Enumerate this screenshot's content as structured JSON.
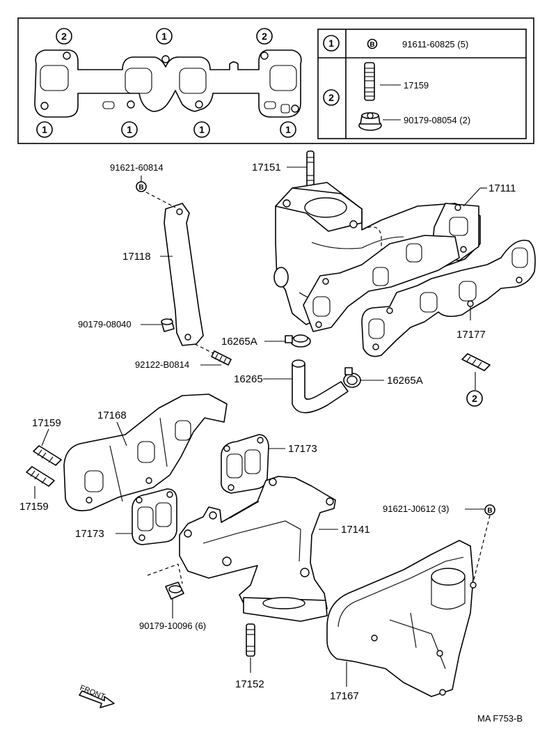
{
  "legend": {
    "row1": {
      "index": "1",
      "badge": "B",
      "part": "91611-60825 (5)"
    },
    "row2": {
      "index": "2",
      "stud_part": "17159",
      "nut_part": "90179-08054 (2)"
    }
  },
  "gasket_markers": {
    "top": [
      "2",
      "1",
      "2"
    ],
    "bottom": [
      "1",
      "1",
      "1",
      "1"
    ]
  },
  "callouts": {
    "p17151": "17151",
    "p17111": "17111",
    "p91621_60814": "91621-60814",
    "p17118": "17118",
    "p90179_08040": "90179-08040",
    "p92122_b0814": "92122-B0814",
    "p16265a_top": "16265A",
    "p16265": "16265",
    "p16265a_right": "16265A",
    "p17177": "17177",
    "stud_marker": "2",
    "p17159_a": "17159",
    "p17168": "17168",
    "p17159_b": "17159",
    "p17173_top": "17173",
    "p17173_left": "17173",
    "p17141": "17141",
    "p91621_j0612": "91621-J0612 (3)",
    "p90179_10096": "90179-10096 (6)",
    "p17152": "17152",
    "p17167": "17167",
    "bolt_badge": "B",
    "bolt_badge_b": "B"
  },
  "front_label": "FRONT",
  "diagram_code": "MA F753-B"
}
